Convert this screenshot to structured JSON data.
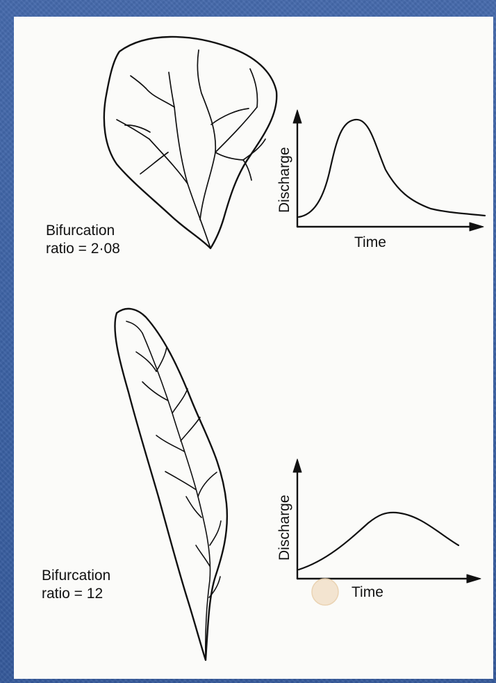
{
  "top_basin": {
    "caption_line1": "Bifurcation",
    "caption_line2": "ratio = 2·08"
  },
  "bottom_basin": {
    "caption_line1": "Bifurcation",
    "caption_line2": "ratio = 12"
  },
  "top_hydrograph": {
    "ylabel": "Discharge",
    "xlabel": "Time",
    "shape": "sharp peak"
  },
  "bottom_hydrograph": {
    "ylabel": "Discharge",
    "xlabel": "Time",
    "shape": "broad low peak"
  },
  "colors": {
    "frame": "#3b62a4",
    "page": "#fbfbf9",
    "ink": "#111111"
  }
}
